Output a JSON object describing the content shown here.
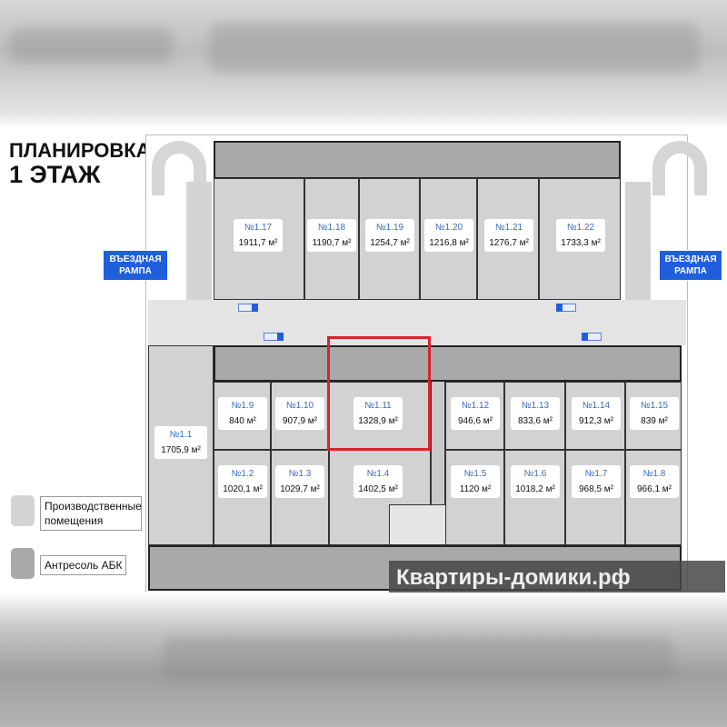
{
  "title": {
    "line1": "ПЛАНИРОВКА",
    "line2": "1 ЭТАЖ"
  },
  "ramps": {
    "left": "ВЪЕЗДНАЯ РАМПА",
    "right": "ВЪЕЗДНАЯ РАМПА"
  },
  "units": {
    "u1_17": {
      "no": "№1.17",
      "area": "1911,7 м²"
    },
    "u1_18": {
      "no": "№1.18",
      "area": "1190,7 м²"
    },
    "u1_19": {
      "no": "№1.19",
      "area": "1254,7 м²"
    },
    "u1_20": {
      "no": "№1.20",
      "area": "1216,8 м²"
    },
    "u1_21": {
      "no": "№1.21",
      "area": "1276,7 м²"
    },
    "u1_22": {
      "no": "№1.22",
      "area": "1733,3 м²"
    },
    "u1_1": {
      "no": "№1.1",
      "area": "1705,9 м²"
    },
    "u1_9": {
      "no": "№1.9",
      "area": "840 м²"
    },
    "u1_10": {
      "no": "№1.10",
      "area": "907,9 м²"
    },
    "u1_11": {
      "no": "№1.11",
      "area": "1328,9 м²"
    },
    "u1_12": {
      "no": "№1.12",
      "area": "946,6 м²"
    },
    "u1_13": {
      "no": "№1.13",
      "area": "833,6 м²"
    },
    "u1_14": {
      "no": "№1.14",
      "area": "912,3 м²"
    },
    "u1_15": {
      "no": "№1.15",
      "area": "839 м²"
    },
    "u1_2": {
      "no": "№1.2",
      "area": "1020,1 м²"
    },
    "u1_3": {
      "no": "№1.3",
      "area": "1029,7 м²"
    },
    "u1_4": {
      "no": "№1.4",
      "area": "1402,5 м²"
    },
    "u1_5": {
      "no": "№1.5",
      "area": "1120 м²"
    },
    "u1_6": {
      "no": "№1.6",
      "area": "1018,2 м²"
    },
    "u1_7": {
      "no": "№1.7",
      "area": "968,5 м²"
    },
    "u1_8": {
      "no": "№1.8",
      "area": "966,1 м²"
    }
  },
  "legend": {
    "production": "Производственные помещения",
    "mezzanine": "Антресоль АБК"
  },
  "watermark": "Квартиры-домики.рф",
  "colors": {
    "highlight": "#d8232a",
    "accent": "#1f5fdc",
    "production": "#d4d4d4",
    "mezzanine": "#a9a9a9"
  }
}
